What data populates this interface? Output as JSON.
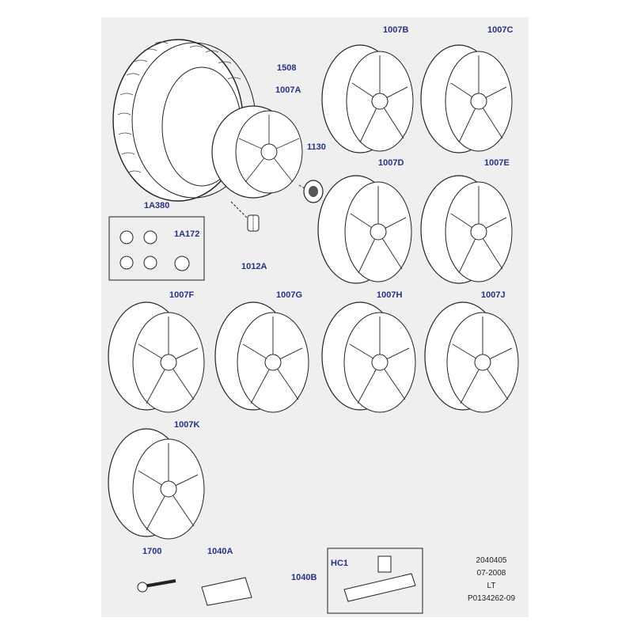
{
  "labels": {
    "tyre": "1508",
    "wheel_a": "1007A",
    "wheel_b": "1007B",
    "wheel_c": "1007C",
    "wheel_d": "1007D",
    "wheel_e": "1007E",
    "wheel_f": "1007F",
    "wheel_g": "1007G",
    "wheel_h": "1007H",
    "wheel_j": "1007J",
    "wheel_k": "1007K",
    "center_cap": "1130",
    "lock_nut_kit": "1A380",
    "lock_nut_key": "1A172",
    "wheel_nut": "1012A",
    "valve": "1700",
    "weight_a": "1040A",
    "weight_b": "1040B",
    "weight_clip": "HC1"
  },
  "diagram_info": {
    "line1": "2040405",
    "line2": "07-2008",
    "line3": "LT",
    "line4": "P0134262-09"
  },
  "colors": {
    "label": "#27308a",
    "sheet": "#efefef",
    "line": "#222222"
  }
}
